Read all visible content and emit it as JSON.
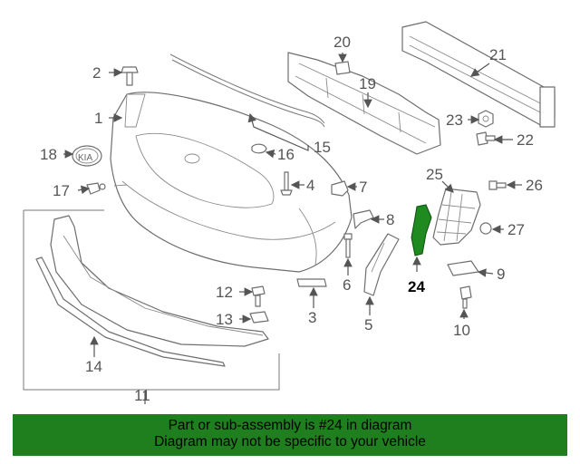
{
  "diagram": {
    "highlighted_part": "24",
    "callouts": [
      "1",
      "2",
      "3",
      "4",
      "5",
      "6",
      "7",
      "8",
      "9",
      "10",
      "11",
      "12",
      "13",
      "14",
      "15",
      "16",
      "17",
      "18",
      "19",
      "20",
      "21",
      "22",
      "23",
      "24",
      "25",
      "26",
      "27"
    ]
  },
  "banner": {
    "line1": "Part or sub-assembly is #24 in diagram",
    "line2": "Diagram may not be specific to your vehicle",
    "color": "#1f7f1f"
  },
  "colors": {
    "highlight": "#1f8a1f",
    "linework": "#6e6e6e"
  }
}
